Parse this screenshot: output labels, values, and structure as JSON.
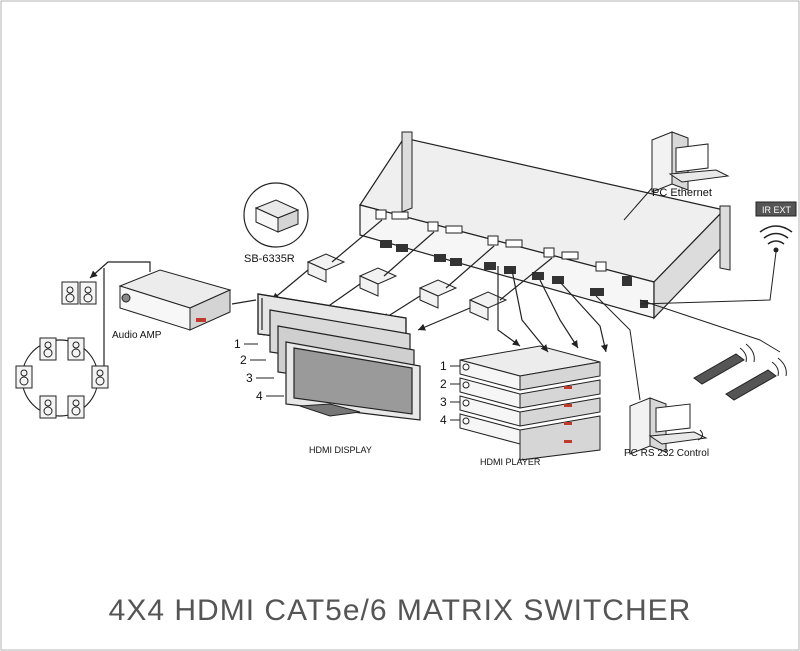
{
  "title": "4X4 HDMI CAT5e/6 MATRIX SWITCHER",
  "labels": {
    "pc_ethernet": "PC  Ethernet",
    "pc_rs232": "PC  RS 232 Control",
    "ir_ext": "IR EXT",
    "receiver_model": "SB-6335R",
    "audio_amp": "Audio AMP",
    "hdmi_display": "HDMI DISPLAY",
    "hdmi_player": "HDMI PLAYER"
  },
  "display_numbers": [
    "1",
    "2",
    "3",
    "4"
  ],
  "player_numbers": [
    "1",
    "2",
    "3",
    "4"
  ],
  "colors": {
    "outline": "#222222",
    "accent": "#c0392b",
    "title": "#555555"
  }
}
